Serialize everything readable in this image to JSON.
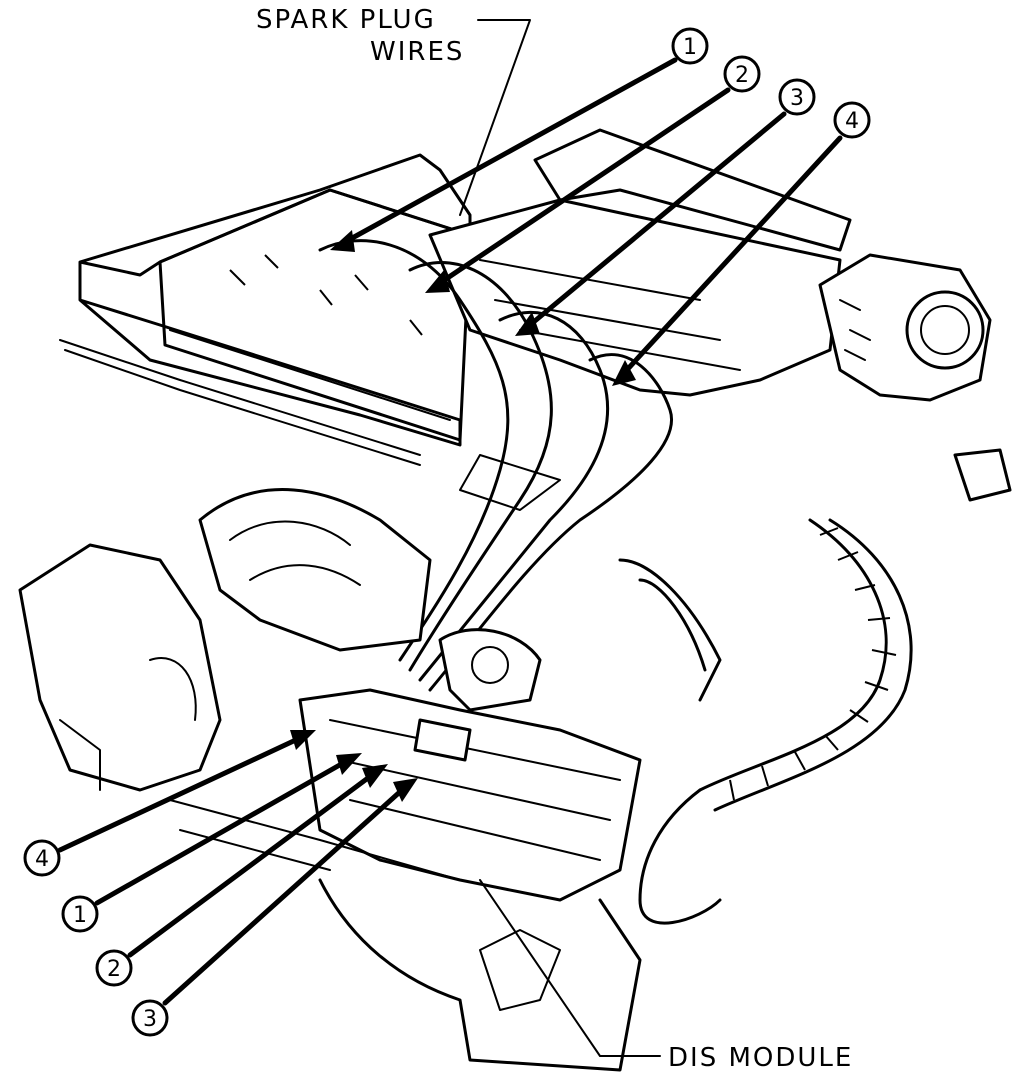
{
  "labels": {
    "spark_plug_line1": "SPARK PLUG",
    "spark_plug_line2": "WIRES",
    "dis_module": "DIS MODULE"
  },
  "top_callouts": [
    "1",
    "2",
    "3",
    "4"
  ],
  "bottom_callouts": [
    "4",
    "1",
    "2",
    "3"
  ]
}
